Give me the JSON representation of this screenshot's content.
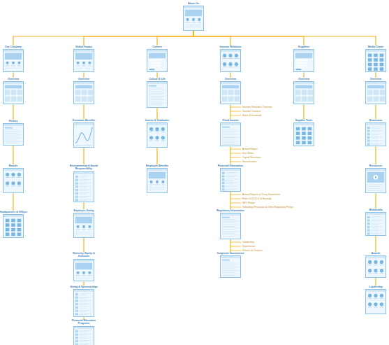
{
  "diagram": {
    "nodes": [
      {
        "text": [
          "About Us"
        ]
      },
      {
        "text": [
          "Our Company"
        ]
      },
      {
        "text": [
          "Overview"
        ]
      },
      {
        "text": [
          "History"
        ]
      },
      {
        "text": [
          "Brands"
        ]
      },
      {
        "text": [
          "Headquarters & Offices"
        ]
      },
      {
        "text": [
          "Global Impact"
        ]
      },
      {
        "text": [
          "Overview"
        ]
      },
      {
        "text": [
          "Economic Benefits"
        ]
      },
      {
        "text": [
          "Environmental & Social Responsibility"
        ]
      },
      {
        "text": [
          "Employee Giving"
        ]
      },
      {
        "text": [
          "Diversity, Equity & Inclusion"
        ]
      },
      {
        "text": [
          "Giving & Sponsorships"
        ]
      },
      {
        "text": [
          "Financial Education Programs"
        ]
      },
      {
        "text": [
          "Careers"
        ]
      },
      {
        "text": [
          "Culture & Life"
        ]
      },
      {
        "text": [
          "Interns & Graduates"
        ]
      },
      {
        "text": [
          "Employee Benefits"
        ]
      },
      {
        "text": [
          "Investor Relations"
        ]
      },
      {
        "text": [
          "Overview"
        ]
      },
      {
        "text": [
          "Fixed Income"
        ]
      },
      {
        "text": [
          "Financial Information"
        ]
      },
      {
        "text": [
          "Regulatory Information"
        ]
      },
      {
        "text": [
          "Corporate Governance"
        ]
      },
      {
        "text": [
          "Suppliers"
        ]
      },
      {
        "text": [
          "Overview"
        ]
      },
      {
        "text": [
          "Supplier Tools"
        ]
      },
      {
        "text": [
          "Media Center"
        ]
      },
      {
        "text": [
          "Overview"
        ]
      },
      {
        "text": [
          "Newsroom"
        ]
      },
      {
        "text": [
          "Resources"
        ]
      },
      {
        "text": [
          "Multimedia"
        ]
      },
      {
        "text": [
          "Awards"
        ]
      },
      {
        "text": [
          "Leadership"
        ]
      }
    ],
    "edges": [
      {
        "from": 0,
        "to": 1,
        "arrow": "none"
      },
      {
        "from": 0,
        "to": 6,
        "arrow": "none"
      },
      {
        "from": 0,
        "to": 14,
        "arrow": "none"
      },
      {
        "from": 0,
        "to": 18,
        "arrow": "none"
      },
      {
        "from": 0,
        "to": 24,
        "arrow": "none"
      },
      {
        "from": 0,
        "to": 27,
        "arrow": "none"
      },
      {
        "from": 1,
        "to": 2,
        "arrow": "none"
      },
      {
        "from": 2,
        "to": 3,
        "arrow": "none"
      },
      {
        "from": 3,
        "to": 4,
        "arrow": "none"
      },
      {
        "from": 4,
        "to": 5,
        "arrow": "none"
      },
      {
        "from": 6,
        "to": 7,
        "arrow": "none"
      },
      {
        "from": 7,
        "to": 8,
        "arrow": "none"
      },
      {
        "from": 8,
        "to": 9,
        "arrow": "none"
      },
      {
        "from": 9,
        "to": 10,
        "arrow": "none"
      },
      {
        "from": 10,
        "to": 11,
        "arrow": "none"
      },
      {
        "from": 11,
        "to": 12,
        "arrow": "none"
      },
      {
        "from": 12,
        "to": 13,
        "arrow": "none"
      },
      {
        "from": 14,
        "to": 15,
        "arrow": "none"
      },
      {
        "from": 15,
        "to": 16,
        "arrow": "none"
      },
      {
        "from": 16,
        "to": 17,
        "arrow": "none"
      },
      {
        "from": 18,
        "to": 19,
        "arrow": "none"
      },
      {
        "from": 19,
        "to": 20,
        "arrow": "none"
      },
      {
        "from": 20,
        "to": 21,
        "arrow": "none"
      },
      {
        "from": 21,
        "to": 22,
        "arrow": "none"
      },
      {
        "from": 22,
        "to": 23,
        "arrow": "none"
      },
      {
        "from": 24,
        "to": 25,
        "arrow": "none"
      },
      {
        "from": 25,
        "to": 26,
        "arrow": "none"
      },
      {
        "from": 27,
        "to": 28,
        "arrow": "none"
      },
      {
        "from": 28,
        "to": 29,
        "arrow": "none"
      },
      {
        "from": 29,
        "to": 30,
        "arrow": "none"
      },
      {
        "from": 30,
        "to": 31,
        "arrow": "none"
      },
      {
        "from": 31,
        "to": 32,
        "arrow": "none"
      },
      {
        "from": 32,
        "to": 33,
        "arrow": "none"
      }
    ],
    "labels": [
      "Investor Relations Overview",
      "Investor Contacts",
      "Stock & Dividends",
      "Annual Report",
      "Fact Sheet",
      "Capital Securities",
      "Securitization",
      "Annual Reports & Proxy Statements",
      "Form 10-K/10-Q & Earnings",
      "SEC Filings",
      "Subsidiary Financials & Other Regulatory Filings",
      "Leadership",
      "Governance",
      "Policies & Charters"
    ]
  }
}
